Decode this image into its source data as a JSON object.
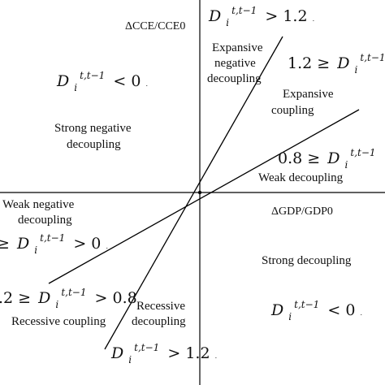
{
  "axes": {
    "y_label": "ΔCCE/CCE0",
    "x_label": "ΔGDP/GDP0"
  },
  "zones": {
    "expansive_negative_1": "Expansive",
    "expansive_negative_2": "negative",
    "expansive_negative_3": "decoupling",
    "expansive_coupling_1": "Expansive",
    "expansive_coupling_2": "coupling",
    "weak_decoupling": "Weak decoupling",
    "strong_decoupling": "Strong decoupling",
    "strong_negative_1": "Strong negative",
    "strong_negative_2": "decoupling",
    "weak_negative_1": "Weak negative",
    "weak_negative_2": "decoupling",
    "recessive_decoupling_1": "Recessive",
    "recessive_decoupling_2": "decoupling",
    "recessive_coupling": "Recessive coupling"
  },
  "formula": {
    "symbol": "D",
    "sub": "i",
    "sup": "t,t−1"
  },
  "conditions": {
    "top": {
      "op": "> 1.2",
      "mark": "."
    },
    "expansive_range": {
      "left": "1.2 ≥",
      "right": ">"
    },
    "weak_decoupling_range": {
      "left": "0.8 ≥",
      "right": ">"
    },
    "strong_negative": {
      "op": "< 0",
      "mark": "."
    },
    "weak_negative_range": {
      "left": "≥",
      "right": "> 0",
      "mark": "."
    },
    "recessive_range": {
      "left": ".2 ≥",
      "right": "> 0.8"
    },
    "recessive_decoupling": {
      "op": "> 1.2",
      "mark": "."
    },
    "strong_decoupling": {
      "op": "< 0",
      "mark": "."
    }
  }
}
